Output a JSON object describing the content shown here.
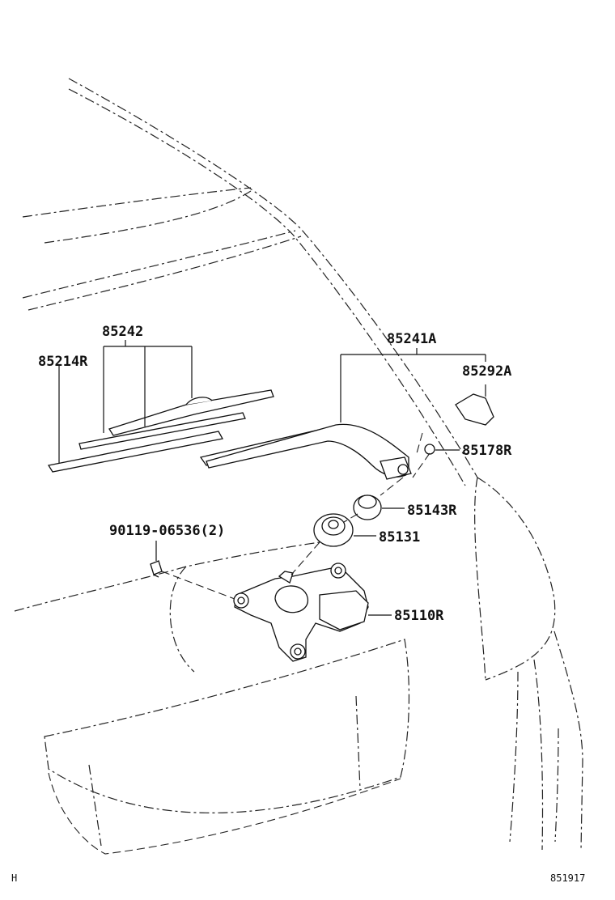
{
  "labels": {
    "blade_assy": "85242",
    "blade_rubber": "85214R",
    "arm_assy": "85241A",
    "arm_cap": "85292A",
    "nut": "85178R",
    "cap": "85143R",
    "pivot_seal": "85131",
    "motor": "85110R",
    "bolt": "90119-06536(2)"
  },
  "footer": {
    "left_mark": "H",
    "diagram_id": "851917"
  }
}
